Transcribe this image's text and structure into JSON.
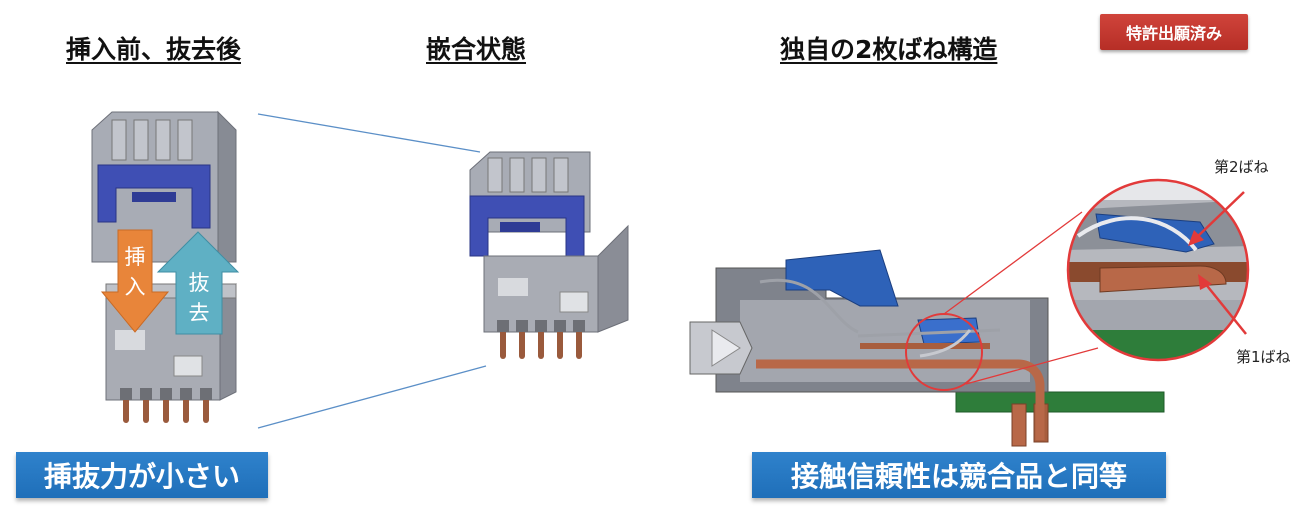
{
  "headings": {
    "before_after": "挿入前、抜去後",
    "mated": "嵌合状態",
    "structure": "独自の2枚ばね構造"
  },
  "patent_badge": "特許出願済み",
  "arrows": {
    "insert": [
      "挿",
      "入"
    ],
    "extract": [
      "抜",
      "去"
    ]
  },
  "callouts": {
    "spring2": "第2ばね",
    "spring1": "第1ばね"
  },
  "banners": {
    "left": "挿抜力が小さい",
    "right": "接触信頼性は競合品と同等"
  },
  "colors": {
    "banner_blue": "#2176c2",
    "patent_red": "#c23a32",
    "housing_blue": "#3f4fb4",
    "insert_arrow": "#e8853a",
    "extract_arrow": "#5fb0c4",
    "pcb_green": "#2e7d3a",
    "contact_copper": "#b86848"
  }
}
